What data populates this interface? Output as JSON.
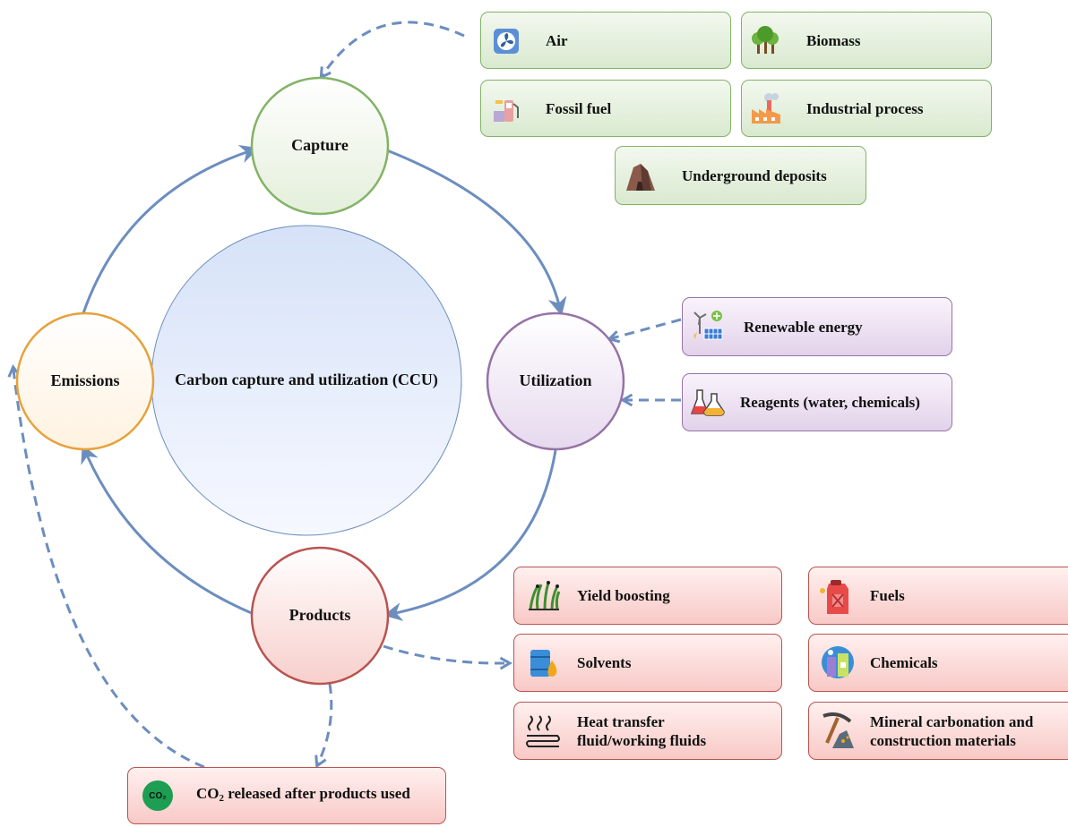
{
  "title": "Carbon capture and utilization (CCU)",
  "nodes": {
    "capture": "Capture",
    "utilization": "Utilization",
    "products": "Products",
    "emissions": "Emissions"
  },
  "sources": [
    "Air",
    "Biomass",
    "Fossil fuel",
    "Industrial process",
    "Underground deposits"
  ],
  "inputs": [
    "Renewable energy",
    "Reagents (water, chemicals)"
  ],
  "products": {
    "yield": "Yield boosting",
    "fuels": "Fuels",
    "solvents": "Solvents",
    "chemicals": "Chemicals",
    "heat_line1": "Heat transfer",
    "heat_line2": "fluid/working fluids",
    "mineral_line1": "Mineral carbonation and",
    "mineral_line2": "construction materials"
  },
  "release": {
    "co2_prefix": "CO",
    "co2_sub": "2",
    "text": "released after products used",
    "badge": "CO₂"
  },
  "colors": {
    "arrow": "#6c8ebf",
    "capture_stroke": "#82b366",
    "utilization_stroke": "#9673a6",
    "products_stroke": "#b85450",
    "emissions_stroke": "#e6a23c",
    "badge": "#1e9e52"
  },
  "icons": [
    "fan-icon",
    "trees-icon",
    "fuel-pump-icon",
    "factory-icon",
    "rock-icon",
    "solar-wind-icon",
    "flask-icon",
    "plant-icon",
    "fuel-can-icon",
    "barrel-icon",
    "chemicals-icon",
    "heat-icon",
    "pickaxe-icon",
    "co2-badge-icon"
  ]
}
